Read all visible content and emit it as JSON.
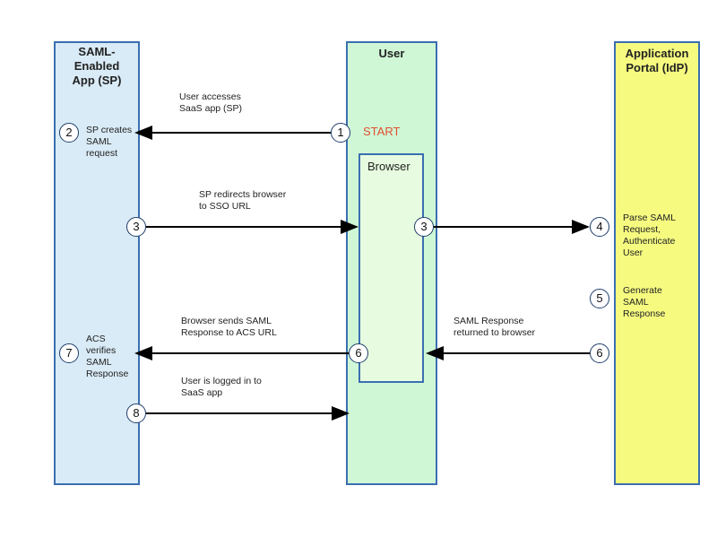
{
  "lanes": {
    "sp_title_1": "SAML-",
    "sp_title_2": "Enabled",
    "sp_title_3": "App (SP)",
    "user_title": "User",
    "idp_title_1": "Application",
    "idp_title_2": "Portal (IdP)"
  },
  "browser_title": "Browser",
  "start_label": "START",
  "steps": {
    "s1": "1",
    "s2": "2",
    "s3a": "3",
    "s3b": "3",
    "s4": "4",
    "s5": "5",
    "s6a": "6",
    "s6b": "6",
    "s7": "7",
    "s8": "8"
  },
  "labels": {
    "user_accesses_1": "User accesses",
    "user_accesses_2": "SaaS app (SP)",
    "sp_creates_1": "SP creates",
    "sp_creates_2": "SAML",
    "sp_creates_3": "request",
    "sp_redirects_1": "SP redirects browser",
    "sp_redirects_2": "to SSO URL",
    "parse_1": "Parse SAML",
    "parse_2": "Request,",
    "parse_3": "Authenticate",
    "parse_4": "User",
    "generate_1": "Generate",
    "generate_2": "SAML",
    "generate_3": "Response",
    "browser_sends_1": "Browser sends SAML",
    "browser_sends_2": "Response to ACS URL",
    "saml_returned_1": "SAML Response",
    "saml_returned_2": "returned to browser",
    "acs_1": "ACS",
    "acs_2": "verifies",
    "acs_3": "SAML",
    "acs_4": "Response",
    "logged_in_1": "User is logged in to",
    "logged_in_2": "SaaS app"
  },
  "colors": {
    "sp_lane": "#d9ebf6",
    "user_lane": "#cff7d6",
    "idp_lane": "#f6fb80",
    "lane_border": "#3a6fb0",
    "start_text": "#e05030"
  }
}
